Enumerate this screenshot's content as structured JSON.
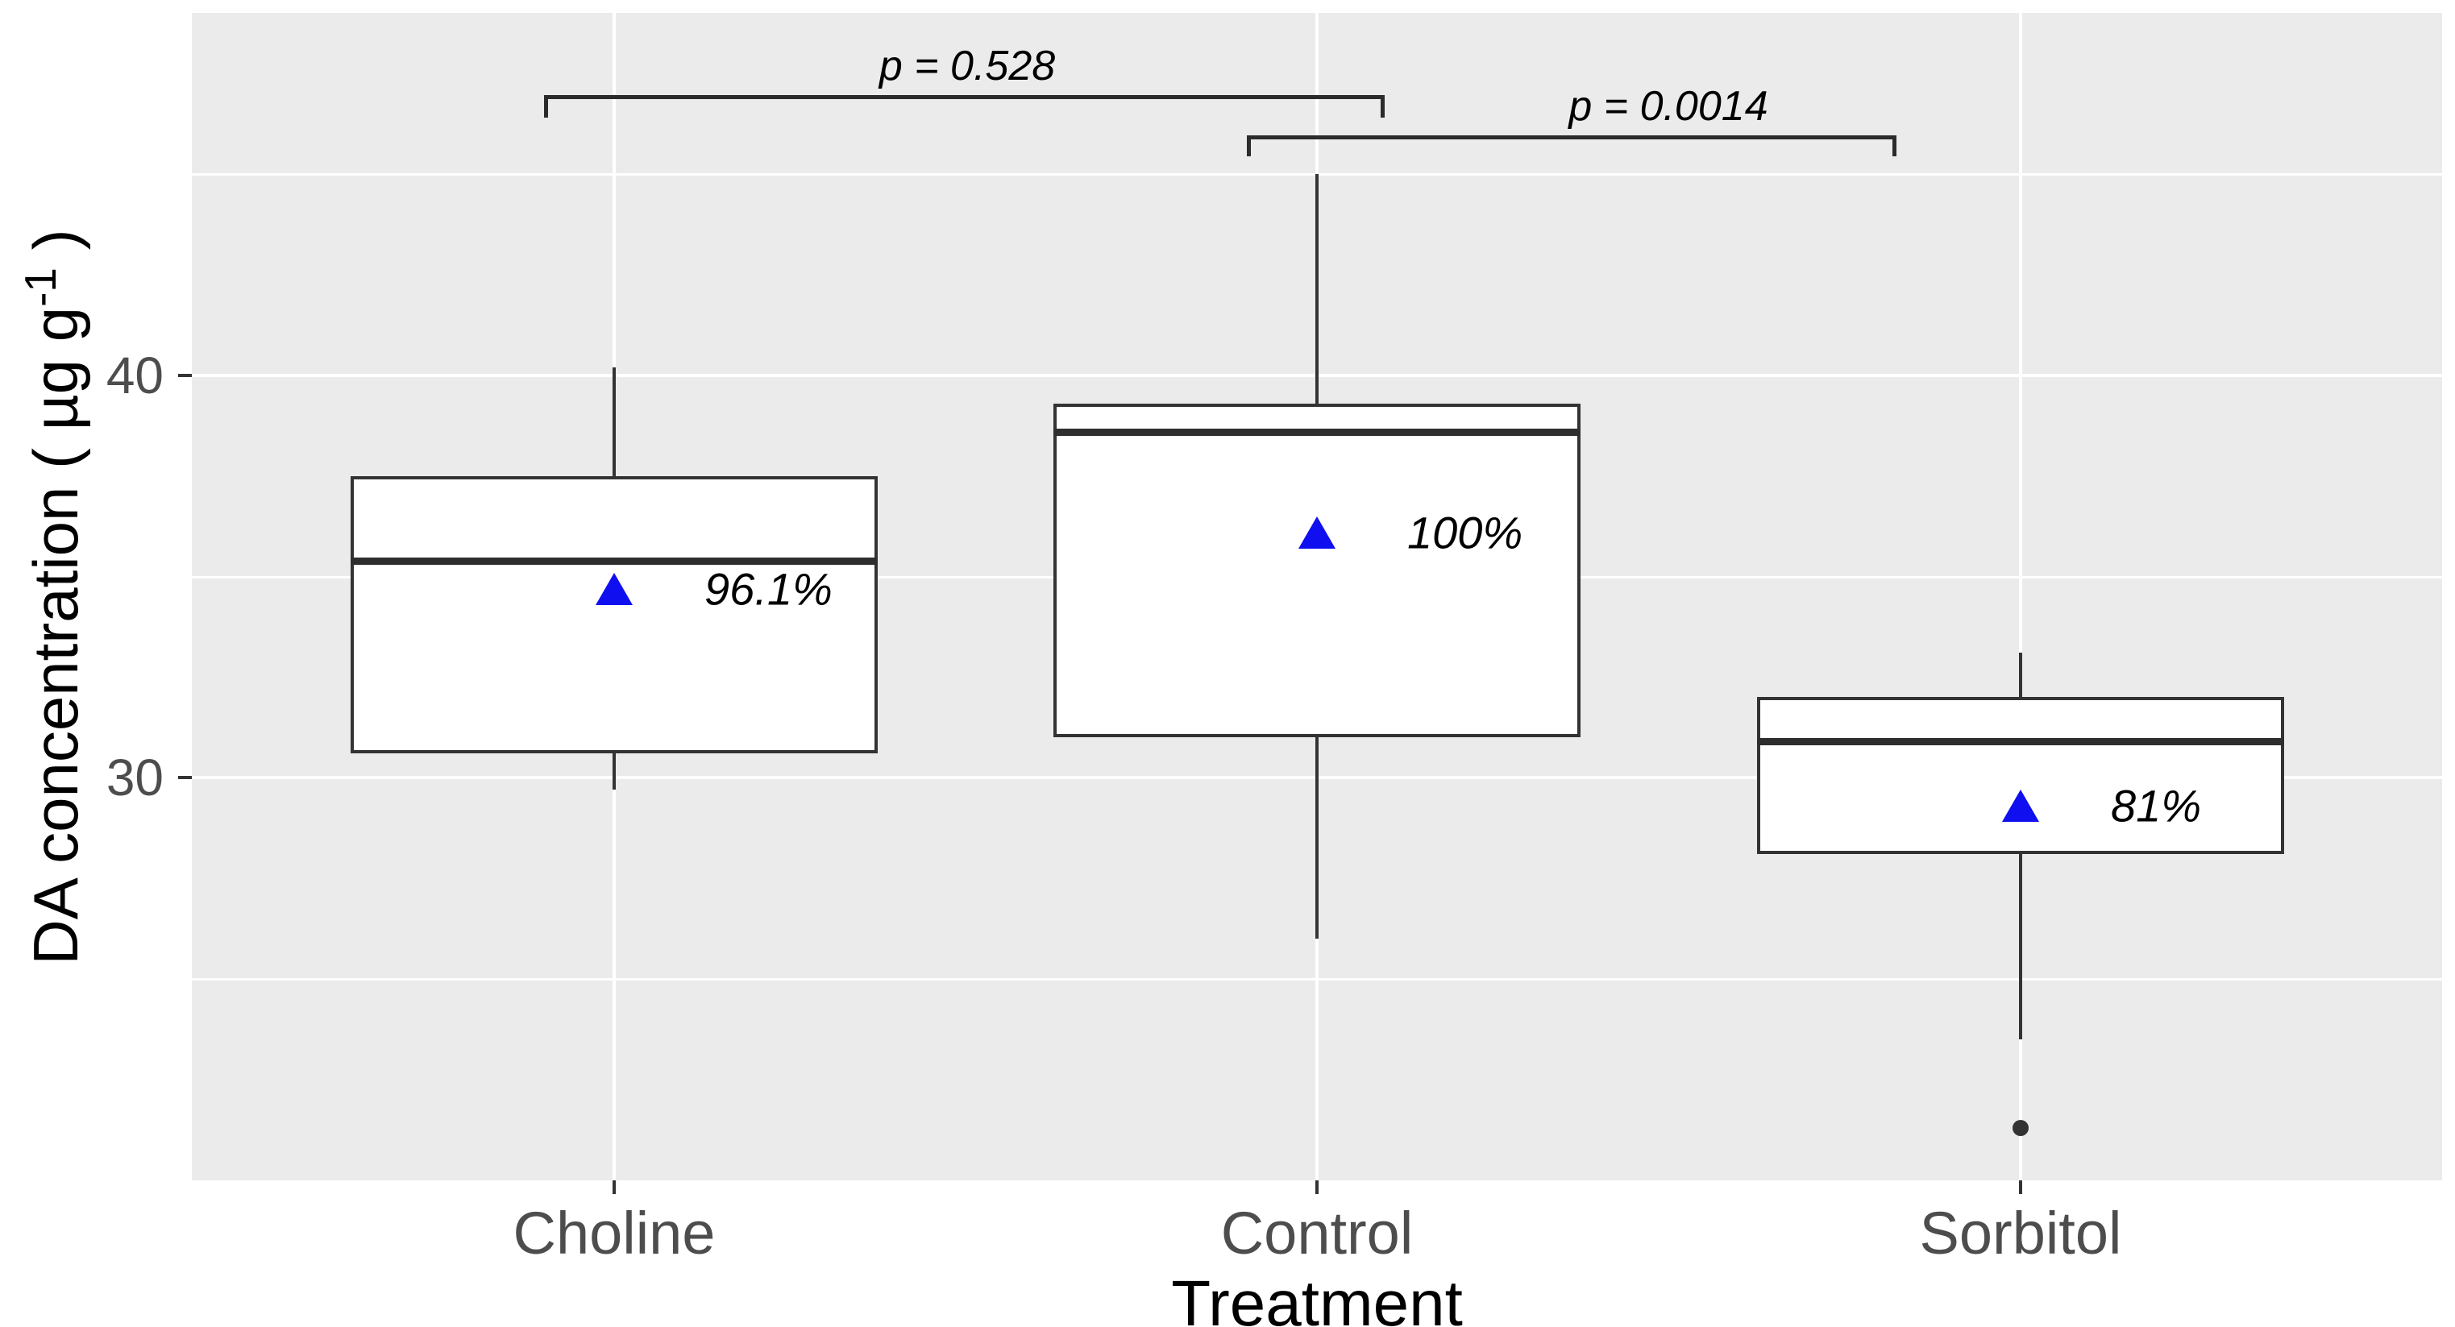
{
  "chart_data": {
    "type": "boxplot",
    "title": "",
    "xlabel": "Treatment",
    "ylabel": "DA concentration ( µg g⁻¹ )",
    "ylabel_parts": {
      "prefix": "DA concentration ( µg g",
      "sup": "-1",
      "suffix": " )"
    },
    "categories": [
      "Choline",
      "Control",
      "Sorbitol"
    ],
    "ylim": [
      20.0,
      49.0
    ],
    "y_ticks": [
      {
        "value": 40,
        "label": "40"
      },
      {
        "value": 30,
        "label": "30"
      }
    ],
    "y_minor_gridlines": [
      25,
      35,
      45
    ],
    "grid": "major-and-minor-horizontal, major-vertical-at-categories, white on grey panel",
    "legend_position": "none",
    "series": [
      {
        "name": "Choline",
        "whisker_low": 29.7,
        "q1": 30.6,
        "median": 35.4,
        "q3": 37.5,
        "whisker_high": 40.2,
        "mean": 34.7,
        "mean_label": "96.1%",
        "outliers": []
      },
      {
        "name": "Control",
        "whisker_low": 26.0,
        "q1": 31.0,
        "median": 38.6,
        "q3": 39.3,
        "whisker_high": 45.0,
        "mean": 36.1,
        "mean_label": "100%",
        "outliers": []
      },
      {
        "name": "Sorbitol",
        "whisker_low": 23.5,
        "q1": 28.1,
        "median": 30.9,
        "q3": 32.0,
        "whisker_high": 33.1,
        "mean": 29.3,
        "mean_label": "81%",
        "outliers": [
          21.3
        ]
      }
    ],
    "annotations": [
      {
        "label": "p = 0.528",
        "between": [
          "Choline",
          "Control"
        ]
      },
      {
        "label": "p = 0.0014",
        "between": [
          "Control",
          "Sorbitol"
        ]
      }
    ],
    "colors": {
      "panel_background": "#EBEBEB",
      "gridline": "#FFFFFF",
      "box_border": "#333333",
      "box_fill": "#FFFFFF",
      "mean_marker": "#0F0FF0",
      "axis_text": "#4D4D4D",
      "title_text": "#000000"
    }
  }
}
